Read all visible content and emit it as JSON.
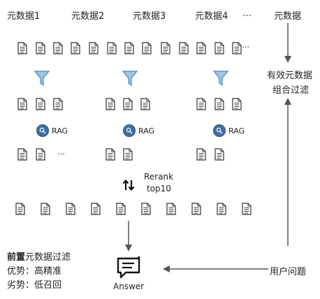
{
  "columns": [
    {
      "label": "元数据1"
    },
    {
      "label": "元数据2"
    },
    {
      "label": "元数据3"
    },
    {
      "label": "元数据4"
    }
  ],
  "header_ellipsis": "…",
  "doc_ellipsis": "…",
  "right_header": "元数据",
  "valid_combo_line1": "有效元数据",
  "valid_combo_line2": "组合过滤",
  "rag_label": "RAG",
  "rerank_line1": "Rerank",
  "rerank_line2": "top10",
  "answer_label": "Answer",
  "user_question": "用户问题",
  "note": {
    "title_bold": "前置",
    "title_rest": "元数据过滤",
    "pros": "优势：高精准",
    "cons": "劣势：低召回"
  },
  "colors": {
    "funnel": "#9cc6e6",
    "funnel_stroke": "#4a86b8",
    "rag_badge": "#3d6fa8",
    "arrow": "#555555",
    "doc_stroke": "#333333"
  }
}
